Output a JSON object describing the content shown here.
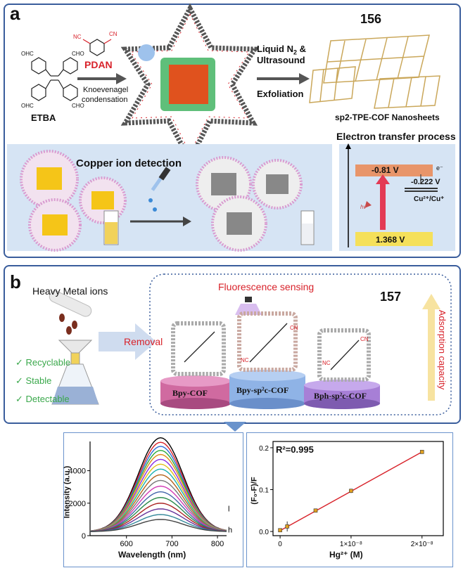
{
  "panel_a": {
    "label": "a",
    "etba": "ETBA",
    "pdan": "PDAN",
    "cho": "CHO",
    "ohc": "OHC",
    "cn": "CN",
    "nc": "NC",
    "reaction_l1": "Knoevenagel",
    "reaction_l2": "condensation",
    "exfol_l1": "Liquid N",
    "exfol_l1_sub": "2",
    "exfol_l1_tail": " &",
    "exfol_l2": "Ultrasound",
    "exfol_l3": "Exfoliation",
    "ref_num": "156",
    "product": "sp2-TPE-COF Nanosheets",
    "detection_label": "Copper ion detection",
    "et_title": "Electron transfer process",
    "lumo": "-0.81 V",
    "homo": "1.368 V",
    "redox": "-0.222 V",
    "redox_couple": "Cu²⁺/Cu⁺",
    "electron": "e⁻",
    "hv": "hν"
  },
  "panel_b": {
    "label": "b",
    "heavy_metal": "Heavy Metal ions",
    "checks": [
      "Recyclable",
      "Stable",
      "Detectable"
    ],
    "removal": "Removal",
    "sensing": "Fluorescence sensing",
    "ref_num": "157",
    "adsorption": "Adsorption capacity",
    "cofs": [
      "Bpy-COF",
      "Bpy-sp²c-COF",
      "Bph-sp²c-COF"
    ],
    "cn": "CN",
    "nc": "NC"
  },
  "colors": {
    "frame": "#3a5d9c",
    "pdan_red": "#d8222a",
    "yellow": "#f5c518",
    "cof_pink": "#d06aa0",
    "cof_blue": "#8fb3e6",
    "cof_purple": "#a77fd6",
    "green_check": "#3aa84b",
    "fit_line": "#d8222a"
  },
  "chart_data": [
    {
      "type": "line",
      "xlabel": "Wavelength (nm)",
      "ylabel": "Intensity (a.u.)",
      "xlim": [
        520,
        820
      ],
      "ylim": [
        0,
        5800
      ],
      "x_ticks": [
        600,
        700,
        800
      ],
      "y_ticks": [
        0,
        2000,
        4000
      ],
      "annotations": [
        "l",
        "h"
      ],
      "peak_wavelength": 675,
      "series_peaks": [
        5780,
        5500,
        5250,
        5000,
        4750,
        4450,
        4150,
        3850,
        3500,
        3150,
        2800,
        2450,
        2100,
        1750,
        1400,
        1050,
        750
      ]
    },
    {
      "type": "scatter",
      "xlabel": "Hg²⁺ (M)",
      "ylabel": "(F₀-F)/F",
      "annotation": "R²=0.995",
      "xlim": [
        -1e-09,
        2.3e-08
      ],
      "ylim": [
        -0.01,
        0.215
      ],
      "x_ticks": [
        "0",
        "1×10⁻⁸",
        "2×10⁻⁸"
      ],
      "y_ticks": [
        "0.0",
        "0.1",
        "0.2"
      ],
      "x": [
        0,
        1e-09,
        5e-09,
        1e-08,
        2e-08
      ],
      "y": [
        0.003,
        0.012,
        0.05,
        0.097,
        0.19
      ],
      "error": [
        0.004,
        0.012,
        0.004,
        0.005,
        0.004
      ]
    }
  ]
}
